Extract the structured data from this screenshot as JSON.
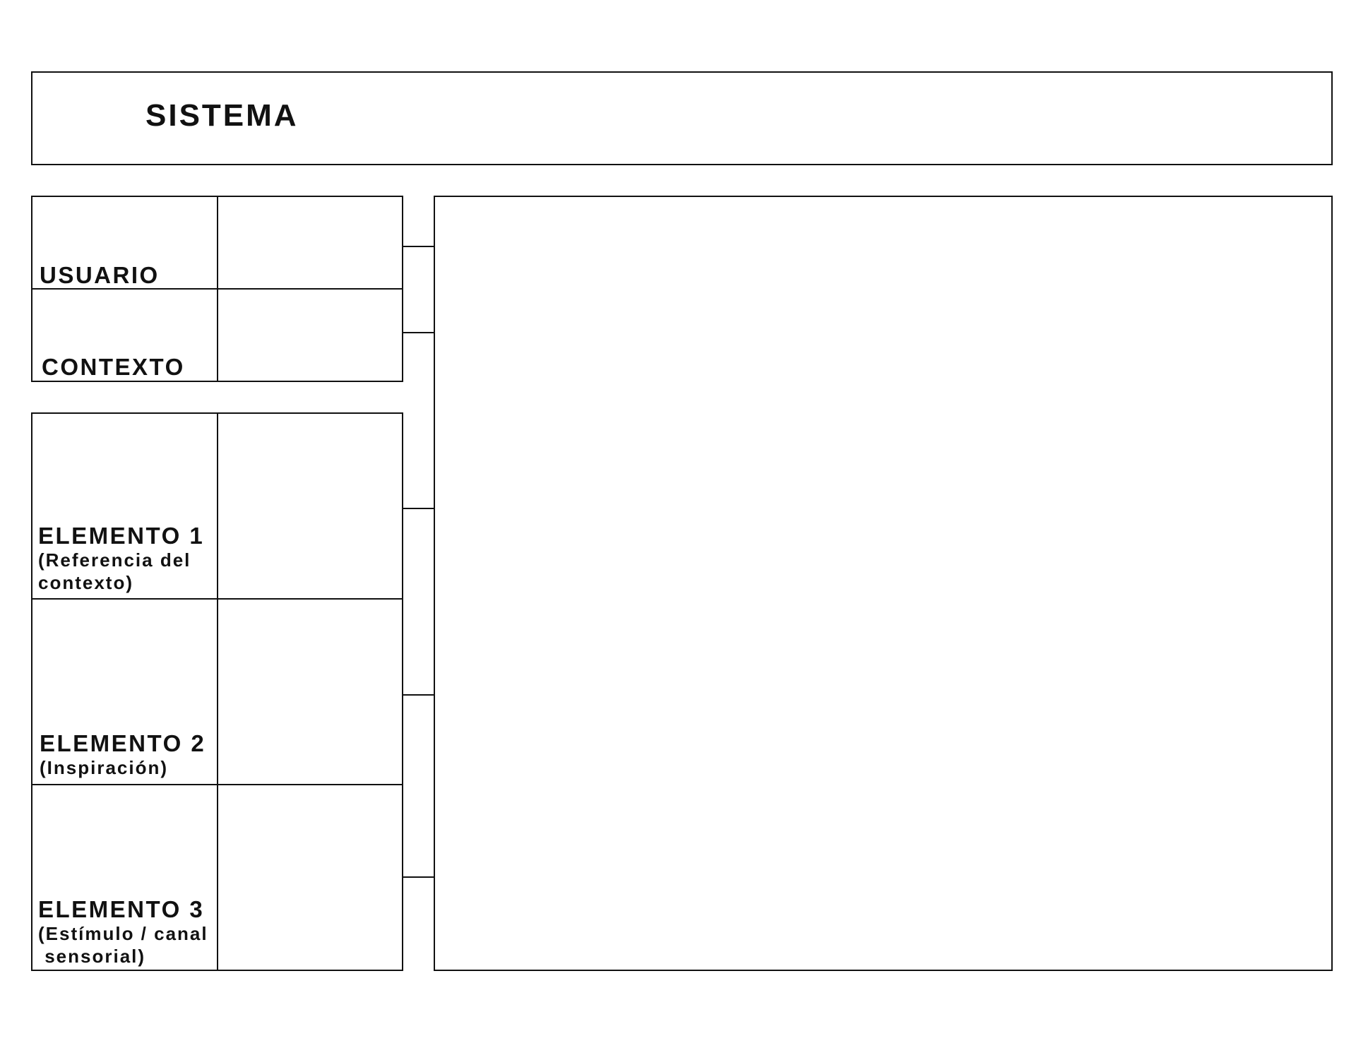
{
  "header": {
    "title": "SISTEMA"
  },
  "top_rows": [
    {
      "label": "USUARIO"
    },
    {
      "label": "CONTEXTO"
    }
  ],
  "element_rows": [
    {
      "label": "ELEMENTO 1",
      "sub": "(Referencia del\ncontexto)"
    },
    {
      "label": "ELEMENTO 2",
      "sub": "(Inspiración)"
    },
    {
      "label": "ELEMENTO 3",
      "sub": "(Estímulo / canal\n sensorial)"
    }
  ]
}
